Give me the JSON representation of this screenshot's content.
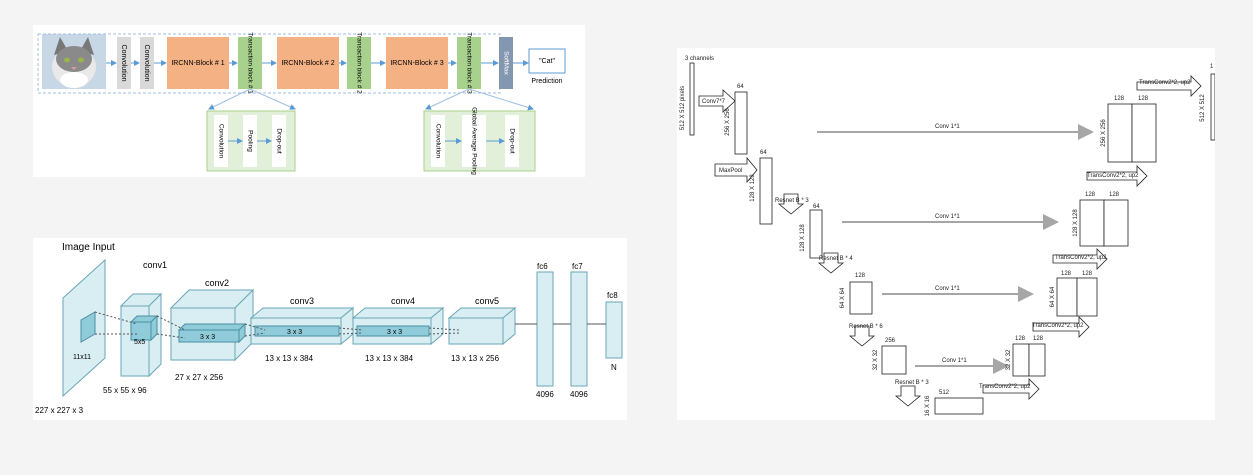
{
  "ircnn": {
    "input_blocks": [
      "Convolution",
      "Convolution"
    ],
    "blocks": [
      "IRCNN-Block # 1",
      "IRCNN-Block # 2",
      "IRCNN-Block # 3"
    ],
    "transitions": [
      "Transaction block # 1",
      "Transaction block # 2",
      "Transaction block # 3"
    ],
    "softmax": "SoftMax",
    "output": "\"Cat\"",
    "output_caption": "Prediction",
    "detail_left": [
      "Convolution",
      "Pooling",
      "Drop-out"
    ],
    "detail_right": [
      "Convolution",
      "Global Average Pooling",
      "Drop-out"
    ],
    "colors": {
      "block": "#f4b183",
      "transition": "#a9d18e",
      "softmax": "#8497b0",
      "detail_bg": "#e2f0d9",
      "detail_border": "#a9d18e",
      "conv_gray": "#d9d9d9"
    }
  },
  "alexnet": {
    "title": "Image Input",
    "layers": [
      "conv1",
      "conv2",
      "conv3",
      "conv4",
      "conv5",
      "fc6",
      "fc7",
      "fc8"
    ],
    "dims": [
      "227 x 227 x 3",
      "55 x 55 x 96",
      "27 x 27 x 256",
      "13 x 13 x 384",
      "13 x 13 x 384",
      "13 x 13 x 256",
      "4096",
      "4096",
      "N"
    ],
    "kernels": [
      "11x11",
      "5x5",
      "3 x 3",
      "3 x 3",
      "3 x 3"
    ],
    "colors": {
      "fill": "#d9eef2",
      "stroke": "#6aa6b8",
      "kernel": "#8fcbd8"
    }
  },
  "unet": {
    "top_channels": "3 channels",
    "input_size": "512 X 512 pixels",
    "conv77": "Conv7*7",
    "maxpool": "MaxPool",
    "resnets": [
      "Resnet B * 3",
      "Resnet B * 4",
      "Resnet B * 6",
      "Resnet B * 3"
    ],
    "enc_channels": [
      "64",
      "64",
      "64",
      "128",
      "256",
      "512"
    ],
    "enc_sizes": [
      "256 X 256",
      "128 X 128",
      "128 X 128",
      "64 X 64",
      "32 X 32",
      "16 X 16"
    ],
    "skip_label": "Conv 1*1",
    "transconv": "TransConv2*2, up2",
    "dec_channels": [
      "128",
      "128",
      "128",
      "128",
      "128",
      "128",
      "128",
      "128"
    ],
    "dec_sizes": [
      "256 X 256",
      "128 X 128",
      "64 X 64",
      "32 X 32"
    ],
    "out_channels": "1",
    "out_size": "512 X 512"
  }
}
